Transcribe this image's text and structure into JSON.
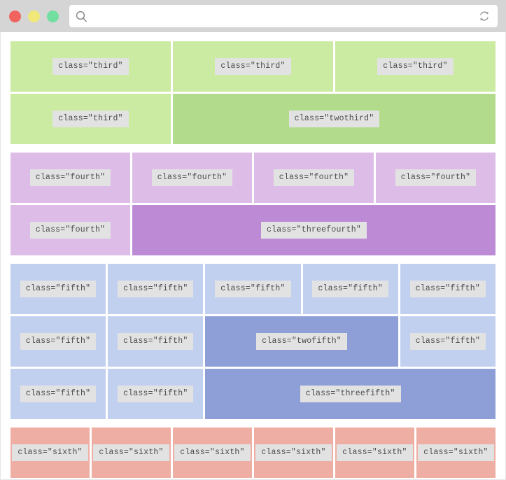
{
  "window": {
    "traffic_lights": [
      {
        "name": "close",
        "color": "#f1635f"
      },
      {
        "name": "minimize",
        "color": "#f0e878"
      },
      {
        "name": "maximize",
        "color": "#72dfa0"
      }
    ],
    "address_bar": {
      "value": "",
      "placeholder": "",
      "search_icon": "search-icon",
      "reload_icon": "reload-icon"
    }
  },
  "palette": {
    "green_light": "#cbeba2",
    "green_dark": "#b2db8c",
    "purple_light": "#ddbde8",
    "purple_dark": "#bd8bd5",
    "blue_light": "#c2d0f0",
    "blue_dark": "#8e9fd8",
    "salmon": "#efaea4",
    "tag_background": "#e2e2e2",
    "tag_text": "#4b4b4b"
  },
  "grid": {
    "groups": [
      {
        "name": "thirds",
        "rows": [
          {
            "cells": [
              {
                "label": "class=\"third\"",
                "width": "third",
                "color": "green_light"
              },
              {
                "label": "class=\"third\"",
                "width": "third",
                "color": "green_light"
              },
              {
                "label": "class=\"third\"",
                "width": "third",
                "color": "green_light"
              }
            ]
          },
          {
            "cells": [
              {
                "label": "class=\"third\"",
                "width": "third",
                "color": "green_light"
              },
              {
                "label": "class=\"twothird\"",
                "width": "twothird",
                "color": "green_dark"
              }
            ]
          }
        ]
      },
      {
        "name": "fourths",
        "rows": [
          {
            "cells": [
              {
                "label": "class=\"fourth\"",
                "width": "fourth",
                "color": "purple_light"
              },
              {
                "label": "class=\"fourth\"",
                "width": "fourth",
                "color": "purple_light"
              },
              {
                "label": "class=\"fourth\"",
                "width": "fourth",
                "color": "purple_light"
              },
              {
                "label": "class=\"fourth\"",
                "width": "fourth",
                "color": "purple_light"
              }
            ]
          },
          {
            "cells": [
              {
                "label": "class=\"fourth\"",
                "width": "fourth",
                "color": "purple_light"
              },
              {
                "label": "class=\"threefourth\"",
                "width": "threefourth",
                "color": "purple_dark"
              }
            ]
          }
        ]
      },
      {
        "name": "fifths",
        "rows": [
          {
            "cells": [
              {
                "label": "class=\"fifth\"",
                "width": "fifth",
                "color": "blue_light"
              },
              {
                "label": "class=\"fifth\"",
                "width": "fifth",
                "color": "blue_light"
              },
              {
                "label": "class=\"fifth\"",
                "width": "fifth",
                "color": "blue_light"
              },
              {
                "label": "class=\"fifth\"",
                "width": "fifth",
                "color": "blue_light"
              },
              {
                "label": "class=\"fifth\"",
                "width": "fifth",
                "color": "blue_light"
              }
            ]
          },
          {
            "cells": [
              {
                "label": "class=\"fifth\"",
                "width": "fifth",
                "color": "blue_light"
              },
              {
                "label": "class=\"fifth\"",
                "width": "fifth",
                "color": "blue_light"
              },
              {
                "label": "class=\"twofifth\"",
                "width": "twofifth",
                "color": "blue_dark"
              },
              {
                "label": "class=\"fifth\"",
                "width": "fifth",
                "color": "blue_light"
              }
            ]
          },
          {
            "cells": [
              {
                "label": "class=\"fifth\"",
                "width": "fifth",
                "color": "blue_light"
              },
              {
                "label": "class=\"fifth\"",
                "width": "fifth",
                "color": "blue_light"
              },
              {
                "label": "class=\"threefifth\"",
                "width": "threefifth",
                "color": "blue_dark"
              }
            ]
          }
        ]
      },
      {
        "name": "sixths",
        "rows": [
          {
            "cells": [
              {
                "label": "class=\"sixth\"",
                "width": "sixth",
                "color": "salmon"
              },
              {
                "label": "class=\"sixth\"",
                "width": "sixth",
                "color": "salmon"
              },
              {
                "label": "class=\"sixth\"",
                "width": "sixth",
                "color": "salmon"
              },
              {
                "label": "class=\"sixth\"",
                "width": "sixth",
                "color": "salmon"
              },
              {
                "label": "class=\"sixth\"",
                "width": "sixth",
                "color": "salmon"
              },
              {
                "label": "class=\"sixth\"",
                "width": "sixth",
                "color": "salmon"
              }
            ]
          }
        ]
      }
    ]
  }
}
